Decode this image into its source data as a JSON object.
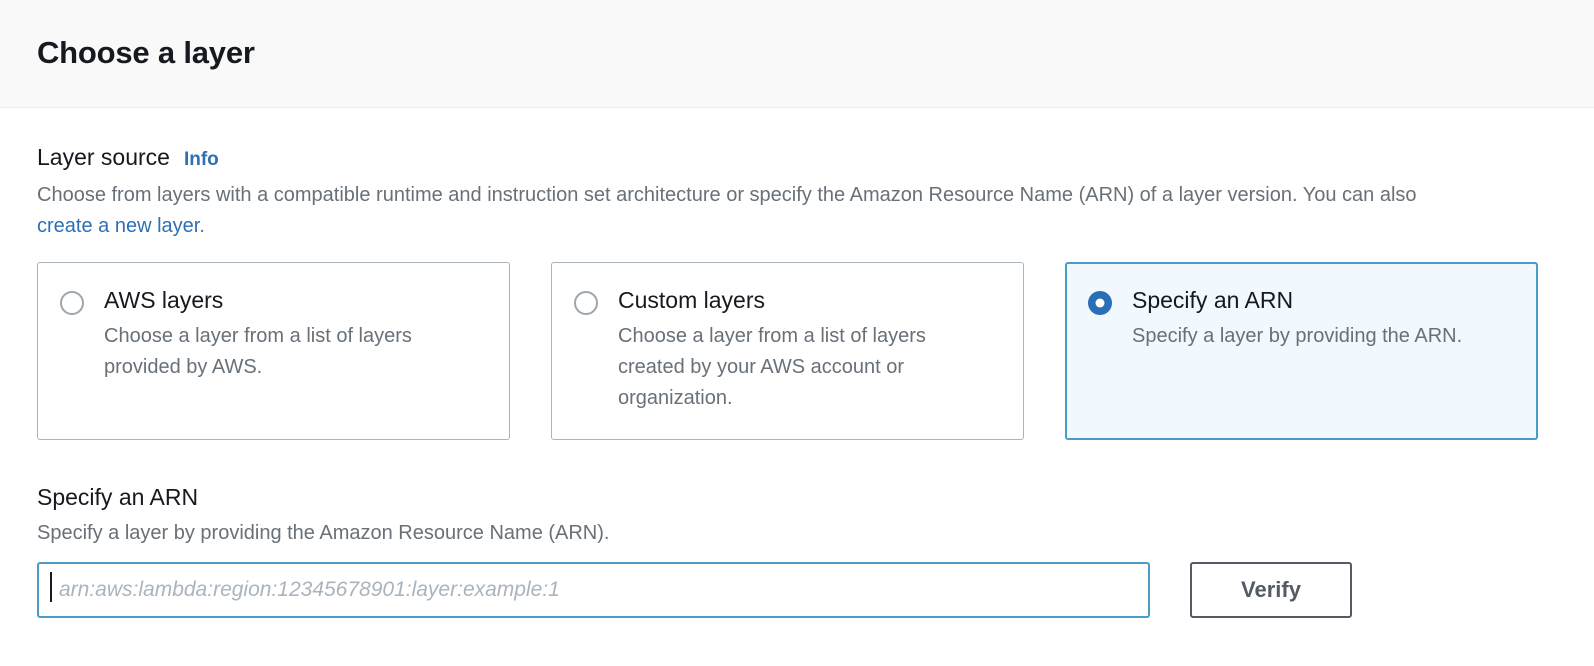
{
  "header": {
    "title": "Choose a layer"
  },
  "layer_source": {
    "label": "Layer source",
    "info_label": "Info",
    "description_before": "Choose from layers with a compatible runtime and instruction set architecture or specify the Amazon Resource Name (ARN) of a layer version. You can also ",
    "description_link": "create a new layer",
    "description_after": ".",
    "options": [
      {
        "title": "AWS layers",
        "description": "Choose a layer from a list of layers provided by AWS.",
        "selected": false
      },
      {
        "title": "Custom layers",
        "description": "Choose a layer from a list of layers created by your AWS account or organization.",
        "selected": false
      },
      {
        "title": "Specify an ARN",
        "description": "Specify a layer by providing the ARN.",
        "selected": true
      }
    ]
  },
  "arn_section": {
    "label": "Specify an ARN",
    "description": "Specify a layer by providing the Amazon Resource Name (ARN).",
    "input_value": "",
    "input_placeholder": "arn:aws:lambda:region:12345678901:layer:example:1",
    "verify_label": "Verify"
  },
  "colors": {
    "accent_blue": "#2a6eb5",
    "link_blue": "#2f6fb5",
    "focus_border": "#4a9bc6",
    "selected_tile_bg": "#f1f8fe",
    "text_primary": "#16191f",
    "text_secondary": "#687078",
    "border_gray": "#aab4bd",
    "button_border": "#545b64",
    "header_bg": "#f9f9f9"
  }
}
